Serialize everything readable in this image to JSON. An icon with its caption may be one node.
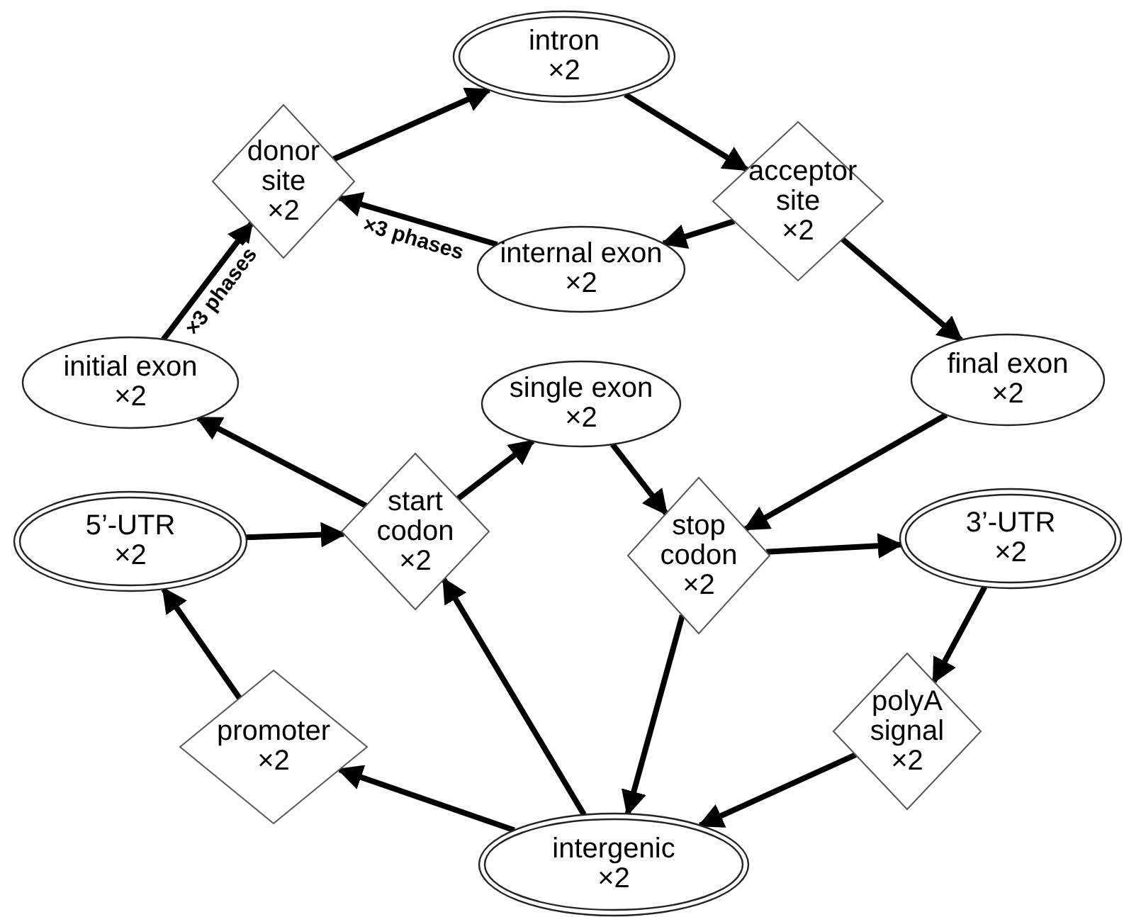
{
  "diagram": {
    "nodes": [
      {
        "text": [
          "intron",
          "×2"
        ]
      },
      {
        "text": [
          "donor site",
          "×2"
        ]
      },
      {
        "text": [
          "acceptor site",
          "×2"
        ]
      },
      {
        "text": [
          "internal exon",
          "×2"
        ]
      },
      {
        "text": [
          "initial exon",
          "×2"
        ]
      },
      {
        "text": [
          "single exon",
          "×2"
        ]
      },
      {
        "text": [
          "final exon",
          "×2"
        ]
      },
      {
        "text": [
          "start codon",
          "×2"
        ]
      },
      {
        "text": [
          "stop codon",
          "×2"
        ]
      },
      {
        "text": [
          "5’-UTR",
          "×2"
        ]
      },
      {
        "text": [
          "3’-UTR",
          "×2"
        ]
      },
      {
        "text": [
          "promoter",
          "×2"
        ]
      },
      {
        "text": [
          "polyA signal",
          "×2"
        ]
      },
      {
        "text": [
          "intergenic",
          "×2"
        ]
      }
    ],
    "edges": [
      {
        "from": 1,
        "to": 0,
        "arrow": "to"
      },
      {
        "from": 0,
        "to": 2,
        "arrow": "to"
      },
      {
        "from": 2,
        "to": 3,
        "arrow": "to"
      },
      {
        "from": 3,
        "to": 1,
        "arrow": "to",
        "label": "×3 phases"
      },
      {
        "from": 4,
        "to": 1,
        "arrow": "to",
        "label": "×3 phases"
      },
      {
        "from": 2,
        "to": 6,
        "arrow": "to"
      },
      {
        "from": 6,
        "to": 8,
        "arrow": "to"
      },
      {
        "from": 7,
        "to": 4,
        "arrow": "to"
      },
      {
        "from": 7,
        "to": 5,
        "arrow": "to"
      },
      {
        "from": 5,
        "to": 8,
        "arrow": "to"
      },
      {
        "from": 9,
        "to": 7,
        "arrow": "to"
      },
      {
        "from": 8,
        "to": 10,
        "arrow": "to"
      },
      {
        "from": 8,
        "to": 13,
        "arrow": "to"
      },
      {
        "from": 10,
        "to": 12,
        "arrow": "to"
      },
      {
        "from": 12,
        "to": 13,
        "arrow": "to"
      },
      {
        "from": 13,
        "to": 11,
        "arrow": "to"
      },
      {
        "from": 11,
        "to": 9,
        "arrow": "to"
      },
      {
        "from": 13,
        "to": 7,
        "arrow": "to"
      }
    ]
  }
}
